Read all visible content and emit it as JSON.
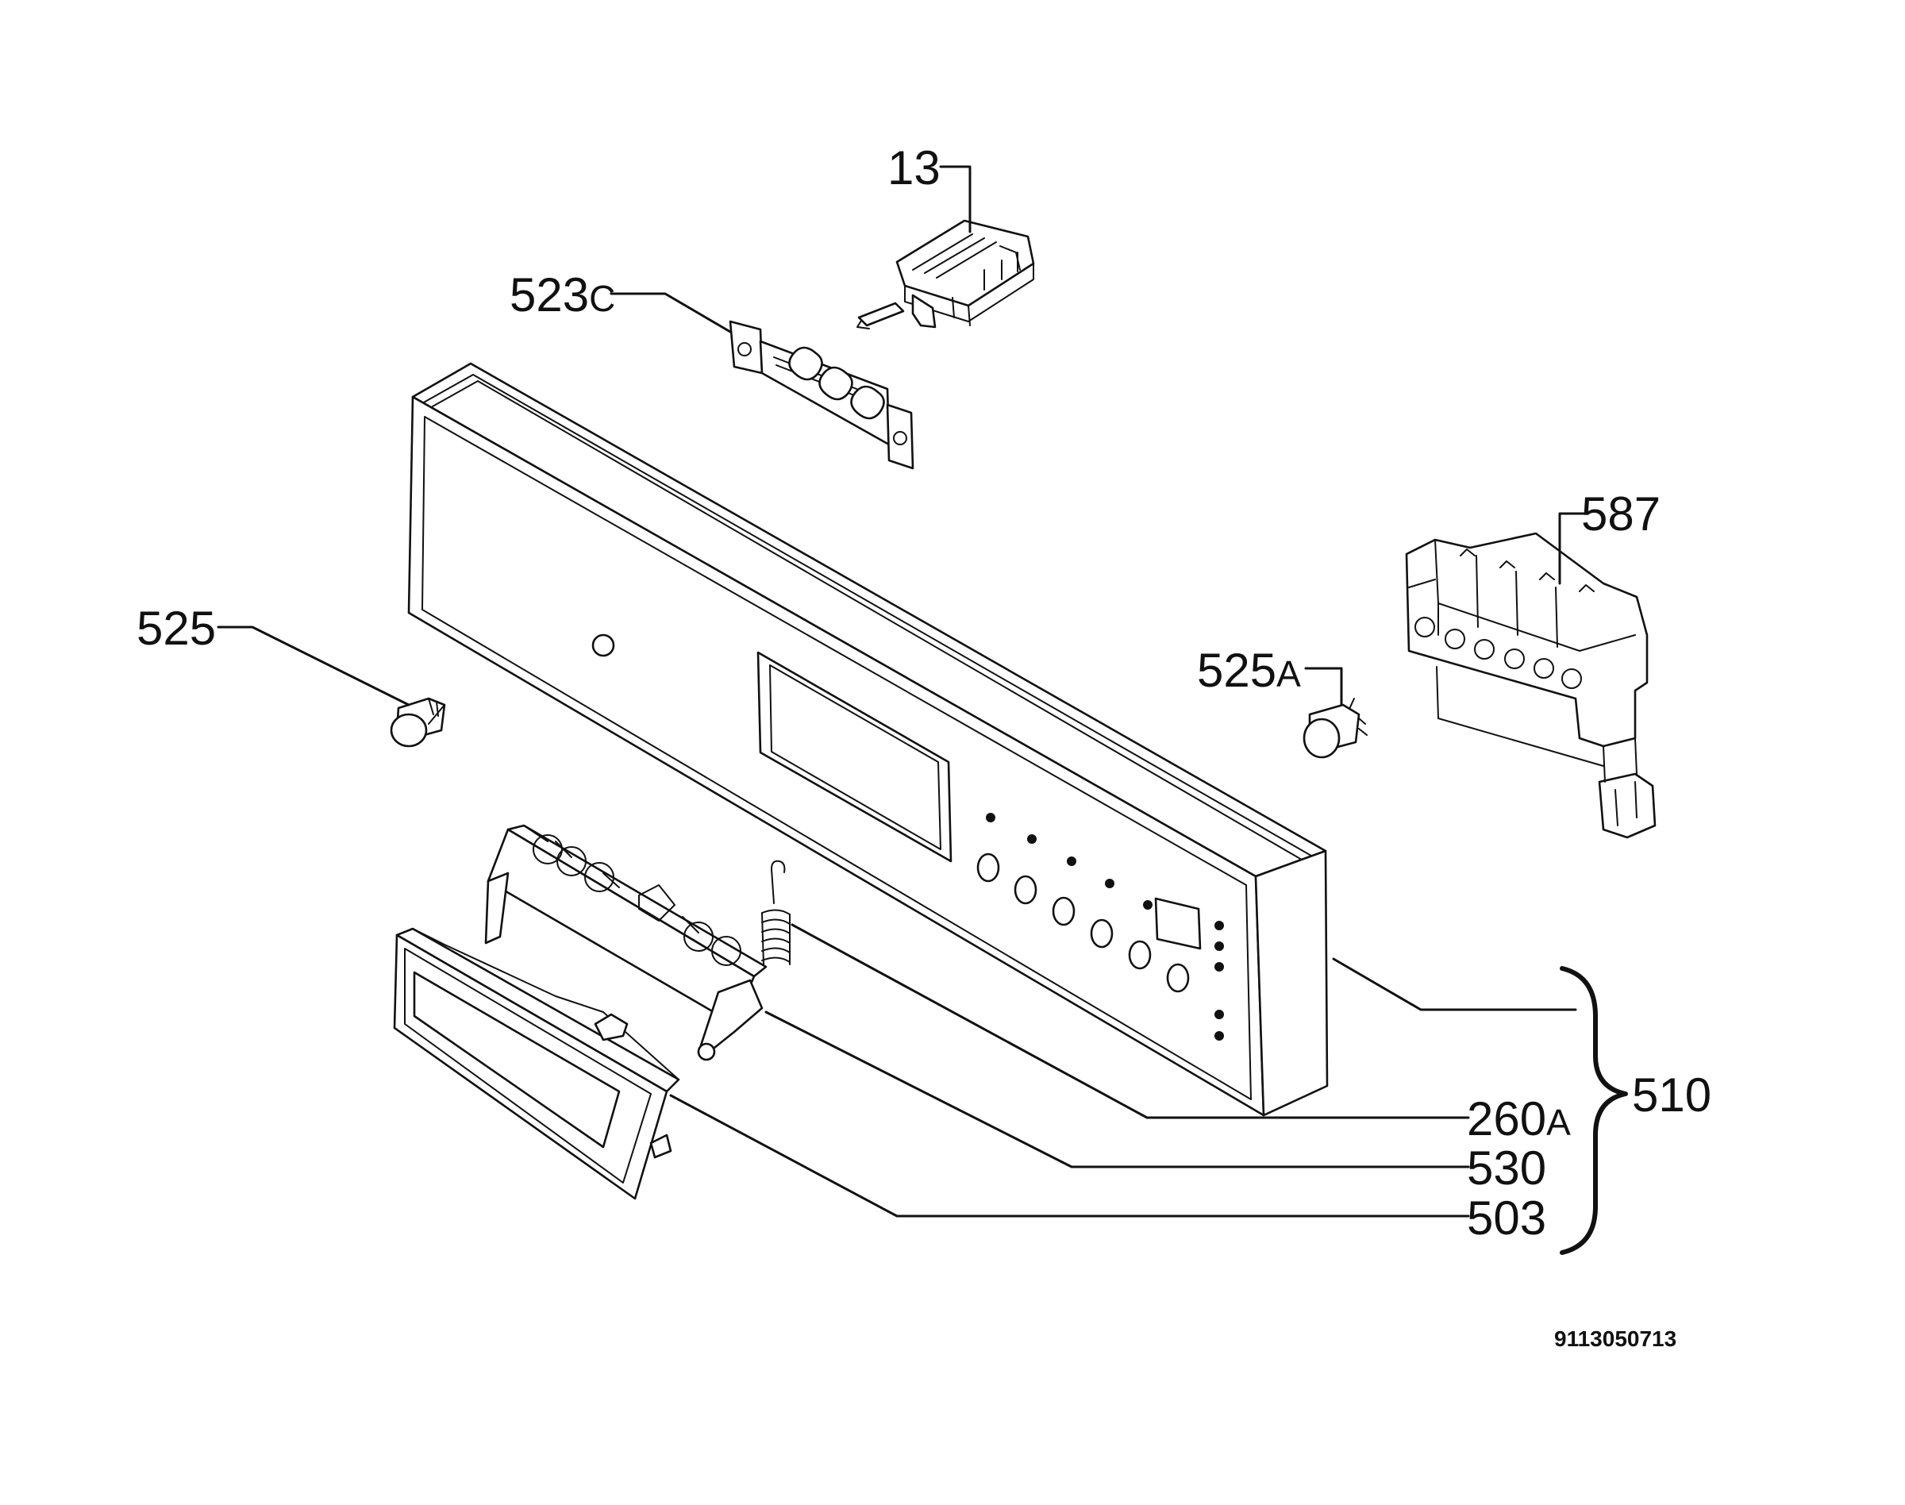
{
  "callouts": {
    "p13": {
      "num": "13",
      "suffix": ""
    },
    "p523c": {
      "num": "523",
      "suffix": "C"
    },
    "p587": {
      "num": "587",
      "suffix": ""
    },
    "p525": {
      "num": "525",
      "suffix": ""
    },
    "p525a": {
      "num": "525",
      "suffix": "A"
    },
    "p510": {
      "num": "510",
      "suffix": ""
    },
    "p260a": {
      "num": "260",
      "suffix": "A"
    },
    "p530": {
      "num": "530",
      "suffix": ""
    },
    "p503": {
      "num": "503",
      "suffix": ""
    }
  },
  "drawing_number": "9113050713",
  "colors": {
    "line": "#111111",
    "background": "#ffffff"
  }
}
